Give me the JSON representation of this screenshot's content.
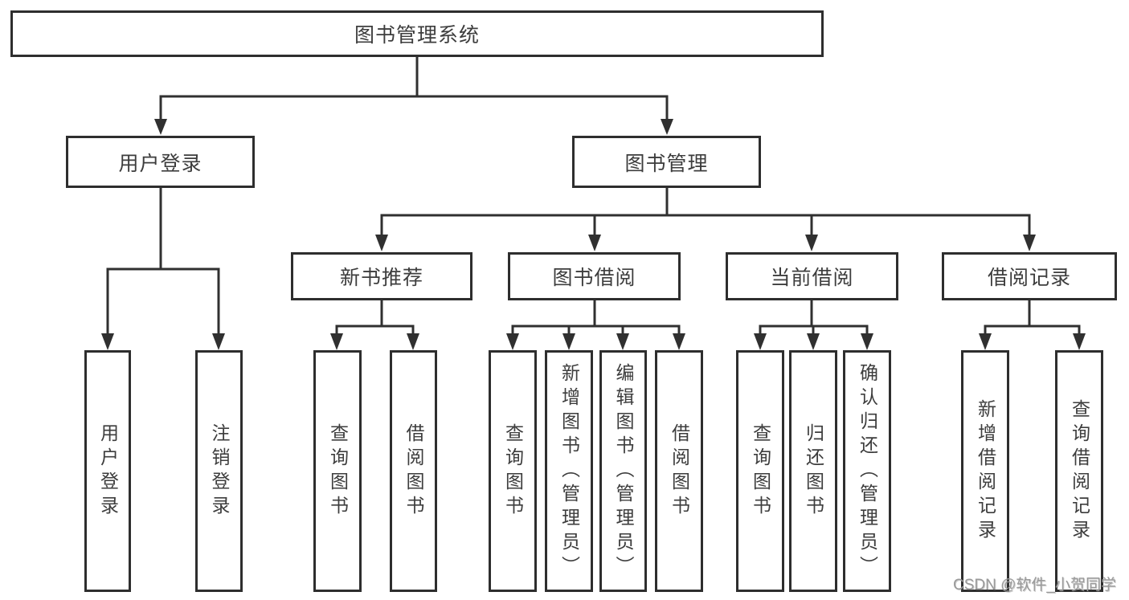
{
  "diagram": {
    "root": {
      "label": "图书管理系统"
    },
    "branches": [
      {
        "label": "用户登录",
        "children": [
          {
            "label": "用户登录"
          },
          {
            "label": "注销登录"
          }
        ]
      },
      {
        "label": "图书管理",
        "children": [
          {
            "label": "新书推荐",
            "children": [
              {
                "label": "查询图书"
              },
              {
                "label": "借阅图书"
              }
            ]
          },
          {
            "label": "图书借阅",
            "children": [
              {
                "label": "查询图书"
              },
              {
                "label": "新增图书（管理员）"
              },
              {
                "label": "编辑图书（管理员）"
              },
              {
                "label": "借阅图书"
              }
            ]
          },
          {
            "label": "当前借阅",
            "children": [
              {
                "label": "查询图书"
              },
              {
                "label": "归还图书"
              },
              {
                "label": "确认归还（管理员）"
              }
            ]
          },
          {
            "label": "借阅记录",
            "children": [
              {
                "label": "新增借阅记录"
              },
              {
                "label": "查询借阅记录"
              }
            ]
          }
        ]
      }
    ]
  },
  "watermark": {
    "text": "CSDN @软件_小贺同学"
  },
  "colors": {
    "line": "#303030",
    "box_border": "#2e2e2e",
    "text": "#3d3d3d",
    "background": "#ffffff",
    "watermark": "#9a9a9a"
  }
}
